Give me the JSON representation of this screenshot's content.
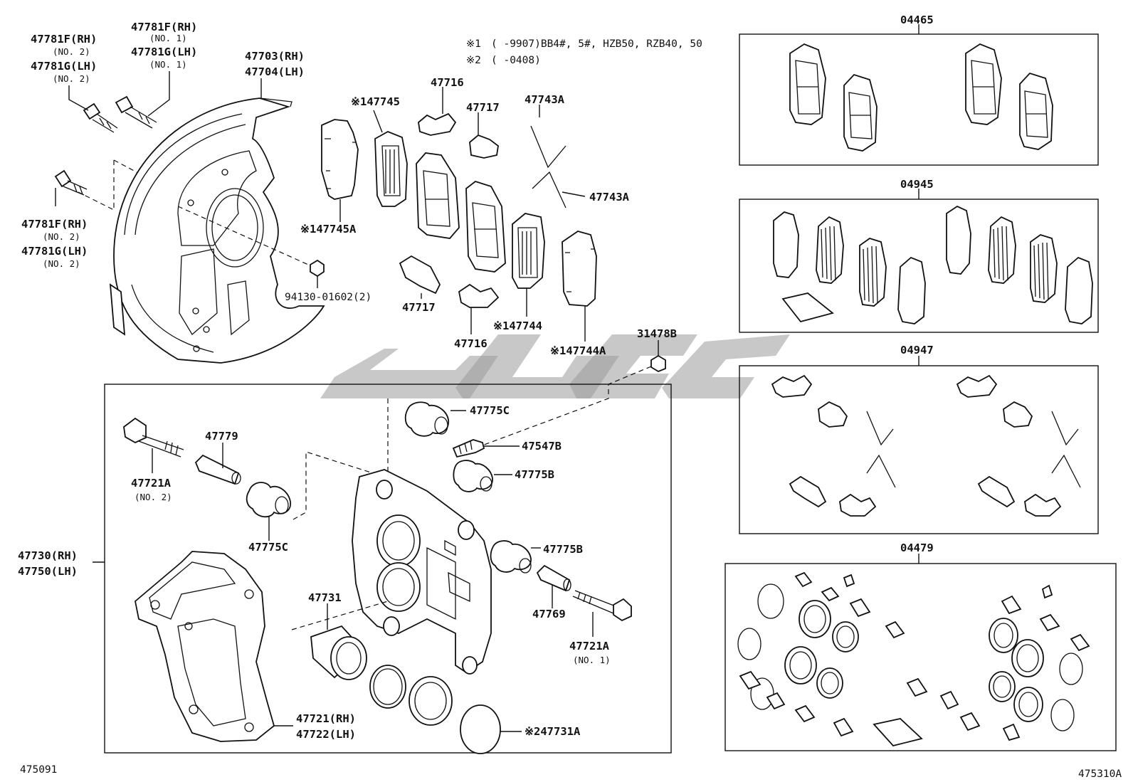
{
  "notes": [
    {
      "mark": "※1",
      "text": "(      -9907)BB4#, 5#, HZB50, RZB40, 50"
    },
    {
      "mark": "※2",
      "text": "(      -0408)"
    }
  ],
  "labels": {
    "p47781F_rh_no2": "47781F(RH)",
    "p47781F_rh_no2_sub": "(NO. 2)",
    "p47781G_lh_no2": "47781G(LH)",
    "p47781G_lh_no2_sub": "(NO. 2)",
    "p47781F_rh_no1": "47781F(RH)",
    "p47781F_rh_no1_sub": "(NO. 1)",
    "p47781G_lh_no1": "47781G(LH)",
    "p47781G_lh_no1_sub": "(NO. 1)",
    "p47703": "47703(RH)",
    "p47704": "47704(LH)",
    "p47781F_lower": "47781F(RH)",
    "p47781F_lower_sub": "(NO. 2)",
    "p47781G_lower": "47781G(LH)",
    "p47781G_lower_sub": "(NO. 2)",
    "p94130": "94130-01602(2)",
    "p47745": "※147745",
    "p47745A": "※147745A",
    "p47716_top": "47716",
    "p47717_top": "47717",
    "p47743A_top": "47743A",
    "p47743A_right": "47743A",
    "p47717_bottom": "47717",
    "p47716_bottom": "47716",
    "p47744": "※147744",
    "p47744A": "※147744A",
    "p31478B": "31478B",
    "p47775C_top": "47775C",
    "p47547B": "47547B",
    "p47775B_top": "47775B",
    "p47779": "47779",
    "p47721A_no2": "47721A",
    "p47721A_no2_sub": "(NO. 2)",
    "p47775C_bottom": "47775C",
    "p47775B_bottom": "47775B",
    "p47730": "47730(RH)",
    "p47750": "47750(LH)",
    "p47731": "47731",
    "p47769": "47769",
    "p47721A_no1": "47721A",
    "p47721A_no1_sub": "(NO. 1)",
    "p47721": "47721(RH)",
    "p47722": "47722(LH)",
    "p47731A": "※247731A"
  },
  "kits": [
    {
      "id": "04465"
    },
    {
      "id": "04945"
    },
    {
      "id": "04947"
    },
    {
      "id": "04479"
    }
  ],
  "figure_codes": {
    "left": "475091",
    "right": "475310A"
  }
}
